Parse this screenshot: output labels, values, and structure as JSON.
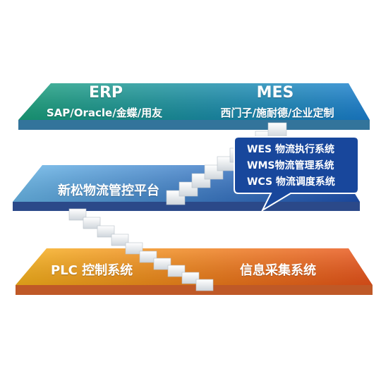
{
  "top_tier": {
    "left_title": "ERP",
    "left_subtitle": "SAP/Oracle/金蝶/用友",
    "right_title": "MES",
    "right_subtitle": "西门子/施耐德/企业定制"
  },
  "middle_tier": {
    "label": "新松物流管控平台",
    "callout_lines": [
      "WES 物流执行系统",
      "WMS物流管理系统",
      "WCS 物流调度系统"
    ]
  },
  "bottom_tier": {
    "left_label": "PLC 控制系统",
    "right_label": "信息采集系统"
  },
  "colors": {
    "top_left": "#1aa07a",
    "top_right": "#1a7fd0",
    "middle_left": "#69b7e8",
    "middle_right": "#1d4fae",
    "bottom_left": "#f7b21c",
    "bottom_right": "#e8521a",
    "callout": "#18479c"
  }
}
